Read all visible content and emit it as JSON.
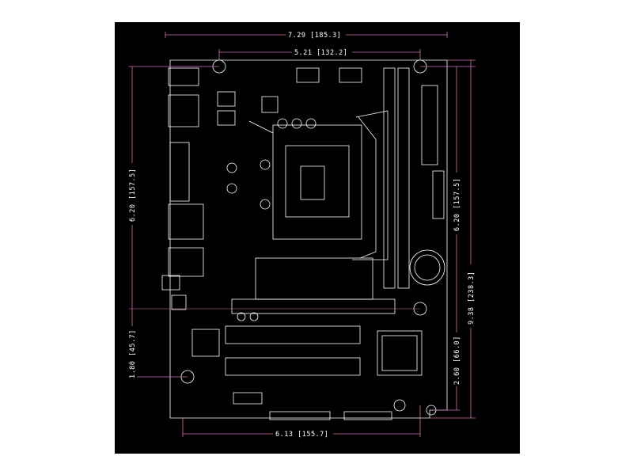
{
  "colors": {
    "background": "#000000",
    "outline": "#ffffff",
    "dimension": "#d36fb3"
  },
  "dimensions": {
    "top_overall": "7.29 [185.3]",
    "top_mount": "5.21 [132.2]",
    "left_upper": "6.20 [157.5]",
    "left_lower": "1.80 [45.7]",
    "right_upper": "6.20 [157.5]",
    "right_lower": "2.60 [66.0]",
    "right_overall": "9.38 [238.3]",
    "bottom": "6.13 [155.7]"
  },
  "components": {
    "cpu_socket": "cpu-socket",
    "dimm_slots": [
      "dimm-slot-1",
      "dimm-slot-2"
    ],
    "expansion_slots": [
      "pcie-x16-slot",
      "pcie-slot-2",
      "pcie-slot-3"
    ],
    "mounting_holes": 6
  }
}
